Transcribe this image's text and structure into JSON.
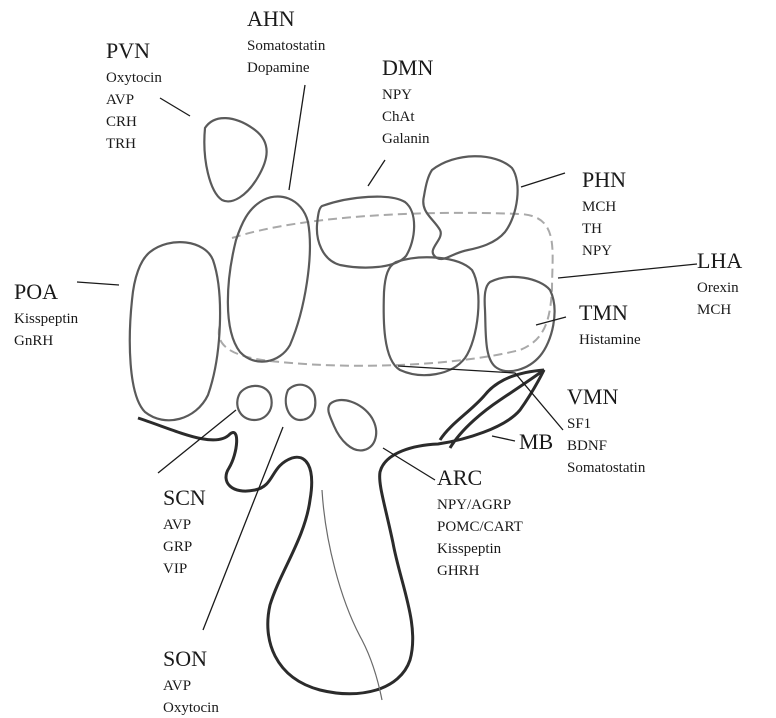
{
  "regions": {
    "pvn": {
      "name": "PVN",
      "items": [
        "Oxytocin",
        "AVP",
        "CRH",
        "TRH"
      ]
    },
    "ahn": {
      "name": "AHN",
      "items": [
        "Somatostatin",
        "Dopamine"
      ]
    },
    "dmn": {
      "name": "DMN",
      "items": [
        "NPY",
        "ChAt",
        "Galanin"
      ]
    },
    "phn": {
      "name": "PHN",
      "items": [
        "MCH",
        "TH",
        "NPY"
      ]
    },
    "lha": {
      "name": "LHA",
      "items": [
        "Orexin",
        "MCH"
      ]
    },
    "poa": {
      "name": "POA",
      "items": [
        "Kisspeptin",
        "GnRH"
      ]
    },
    "tmn": {
      "name": "TMN",
      "items": [
        "Histamine"
      ]
    },
    "vmn": {
      "name": "VMN",
      "items": [
        "SF1",
        "BDNF",
        "Somatostatin"
      ]
    },
    "mb": {
      "name": "MB",
      "items": []
    },
    "arc": {
      "name": "ARC",
      "items": [
        "NPY/AGRP",
        "POMC/CART",
        "Kisspeptin",
        "GHRH"
      ]
    },
    "scn": {
      "name": "SCN",
      "items": [
        "AVP",
        "GRP",
        "VIP"
      ]
    },
    "son": {
      "name": "SON",
      "items": [
        "AVP",
        "Oxytocin"
      ]
    }
  }
}
